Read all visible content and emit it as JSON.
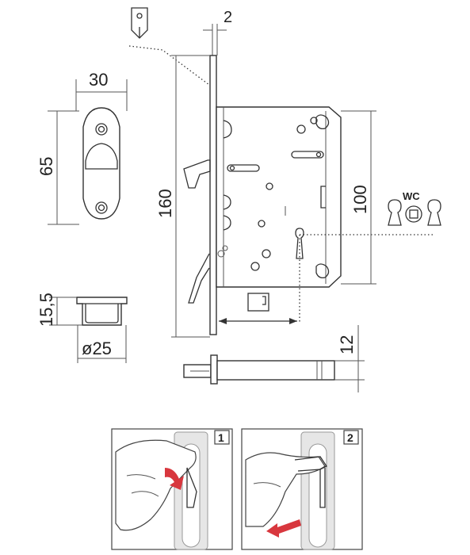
{
  "dimensions": {
    "plate_thickness": "2",
    "pull_width": "30",
    "pull_height": "65",
    "case_height": "160",
    "backset_height": "100",
    "cup_depth": "15,5",
    "cup_diameter": "ø25",
    "bolt_offset": "12"
  },
  "icons": {
    "wc_label": "WC",
    "step_1": "1",
    "step_2": "2"
  },
  "colors": {
    "arrow_red": "#d8373e",
    "line": "#333333"
  }
}
